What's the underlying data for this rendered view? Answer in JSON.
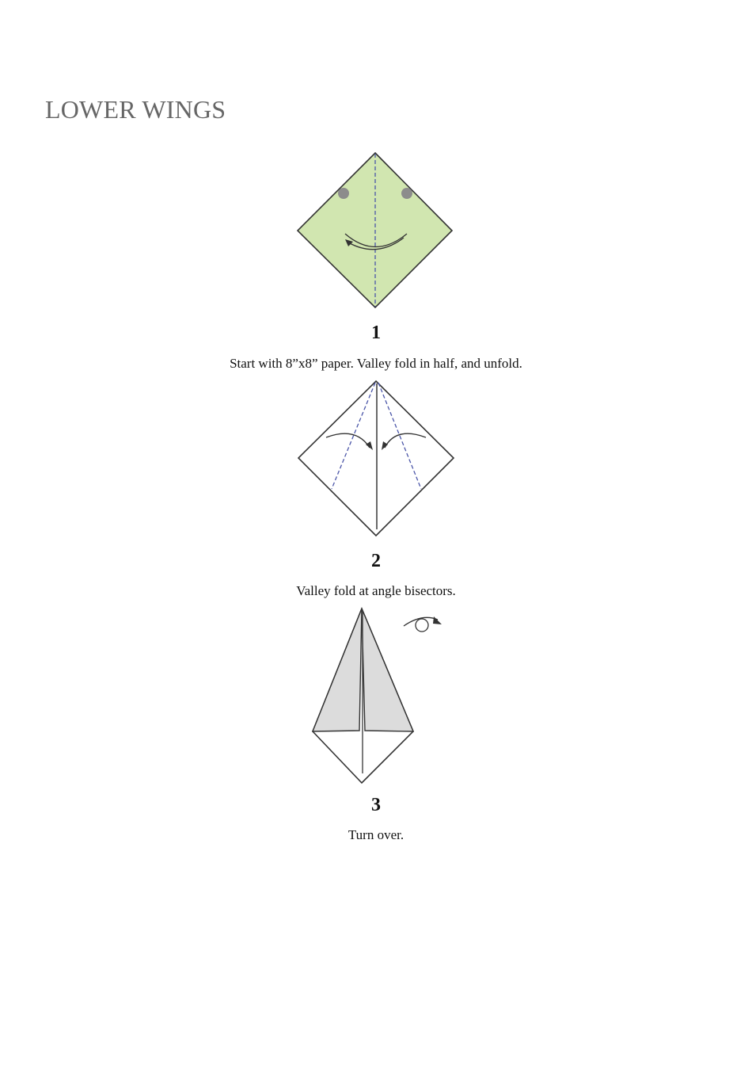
{
  "section": {
    "title": "LOWER WINGS"
  },
  "colors": {
    "paper_green": "#d1e6b0",
    "paper_gray": "#dcdcdc",
    "outline": "#333333",
    "valley_line": "#4a55a8",
    "dot": "#8c8c8c",
    "title_gray": "#666666"
  },
  "steps": [
    {
      "number": "1",
      "caption": "Start with 8”x8” paper. Valley fold in half, and unfold.",
      "diagram": "green-square-diamond-with-center-valley-fold-and-return-arrow"
    },
    {
      "number": "2",
      "caption": "Valley fold at angle bisectors.",
      "diagram": "white-diamond-with-angle-bisector-valley-folds-and-arrows"
    },
    {
      "number": "3",
      "caption": "Turn over.",
      "diagram": "kite-shape-with-turn-over-icon"
    }
  ]
}
